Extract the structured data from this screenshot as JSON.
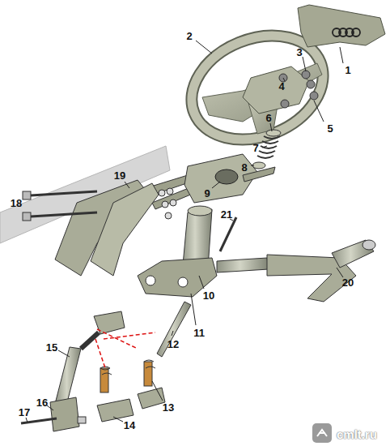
{
  "diagram": {
    "labels": [
      "1",
      "2",
      "3",
      "4",
      "5",
      "6",
      "7",
      "8",
      "9",
      "10",
      "11",
      "12",
      "13",
      "14",
      "15",
      "16",
      "17",
      "18",
      "19",
      "20",
      "21",
      "cmlt.ru"
    ]
  }
}
